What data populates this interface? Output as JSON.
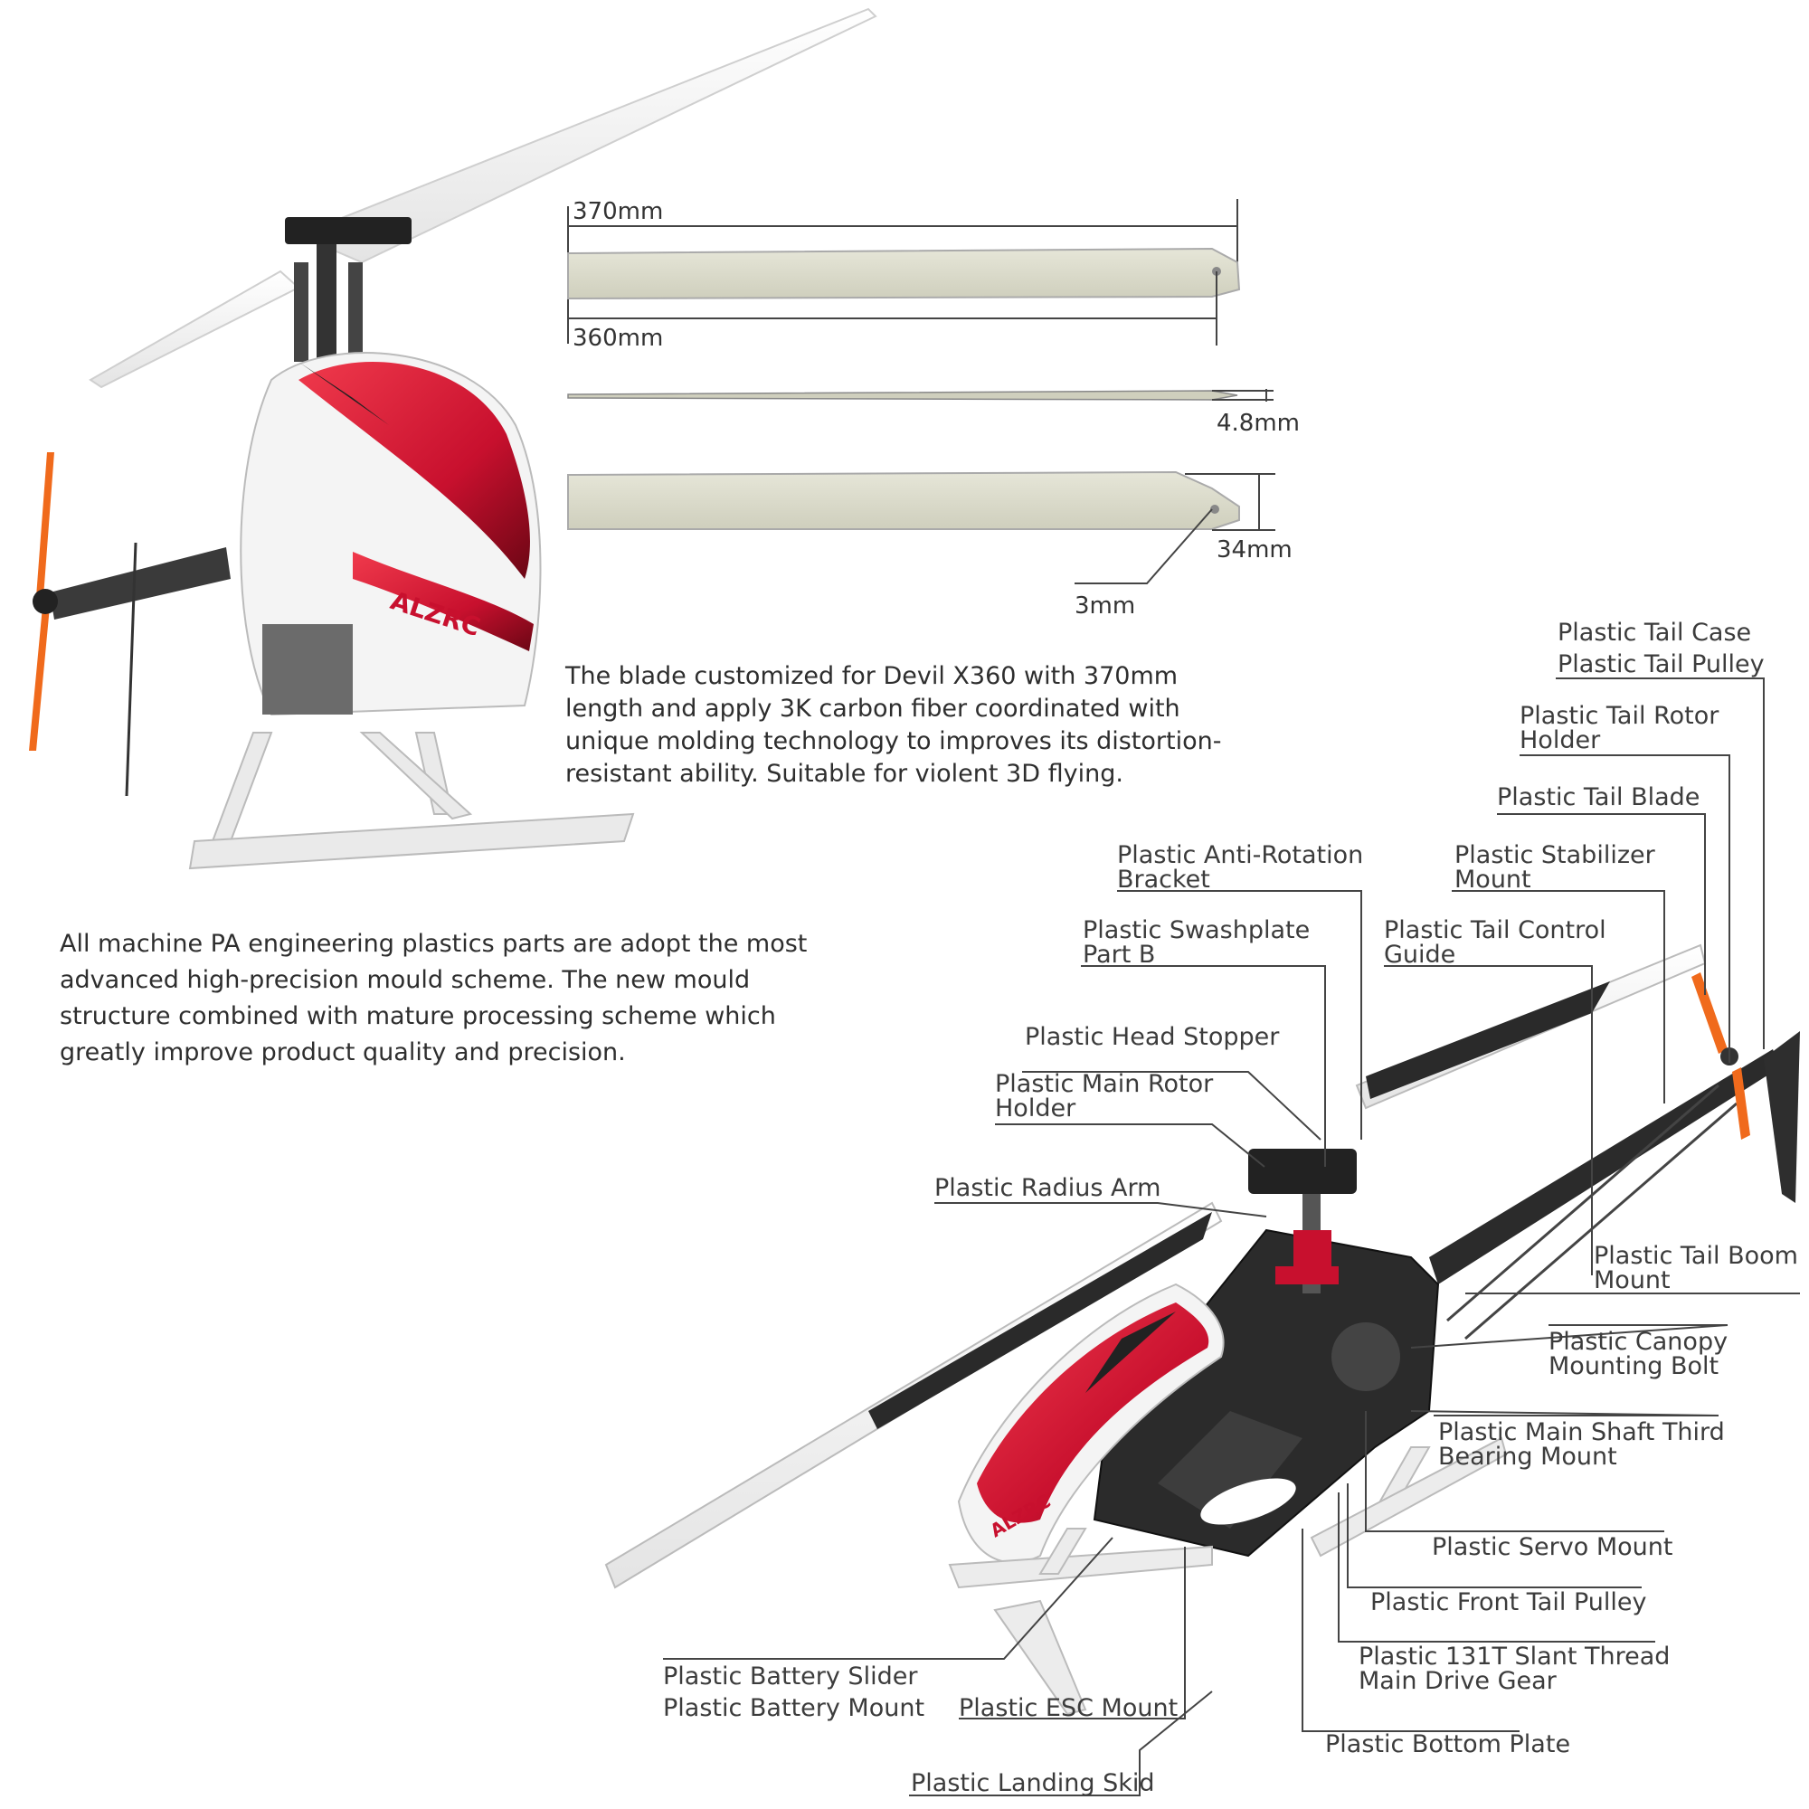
{
  "dimensions": {
    "blade_length": "370mm",
    "grip_distance": "360mm",
    "thickness": "4.8mm",
    "chord": "34mm",
    "hole": "3mm"
  },
  "blade_description": "The blade customized for Devil X360 with 370mm length and apply 3K carbon fiber coordinated with unique molding technology to improves its distortion-resistant ability. Suitable for violent 3D flying.",
  "plastics_description": "All machine PA engineering plastics parts are adopt the most advanced high-precision mould scheme. The new mould structure combined with mature processing scheme which greatly improve product quality and precision.",
  "canopy_text": "ALZRC",
  "parts": {
    "tail_case": "Plastic Tail Case",
    "tail_pulley": "Plastic Tail Pulley",
    "tail_rotor_holder_1": "Plastic Tail Rotor",
    "tail_rotor_holder_2": "Holder",
    "tail_blade": "Plastic Tail Blade",
    "anti_rotation_1": "Plastic Anti-Rotation",
    "anti_rotation_2": "Bracket",
    "stabilizer_1": "Plastic Stabilizer",
    "stabilizer_2": "Mount",
    "swashplate_1": "Plastic Swashplate",
    "swashplate_2": "Part B",
    "tail_control_1": "Plastic Tail Control",
    "tail_control_2": "Guide",
    "head_stopper": "Plastic Head Stopper",
    "main_rotor_holder_1": "Plastic Main Rotor",
    "main_rotor_holder_2": "Holder",
    "radius_arm": "Plastic Radius Arm",
    "tail_boom_mount_1": "Plastic Tail Boom",
    "tail_boom_mount_2": "Mount",
    "canopy_bolt_1": "Plastic Canopy",
    "canopy_bolt_2": "Mounting Bolt",
    "shaft_bearing_1": "Plastic Main Shaft Third",
    "shaft_bearing_2": "Bearing Mount",
    "servo_mount": "Plastic Servo Mount",
    "front_tail_pulley": "Plastic Front Tail Pulley",
    "drive_gear_1": "Plastic 131T Slant Thread",
    "drive_gear_2": "Main Drive Gear",
    "battery_slider": "Plastic Battery Slider",
    "battery_mount": "Plastic Battery Mount",
    "esc_mount": "Plastic ESC Mount",
    "bottom_plate": "Plastic Bottom Plate",
    "landing_skid": "Plastic Landing Skid"
  },
  "colors": {
    "canopy_red": "#c8102e",
    "frame_dark": "#2b2b2b",
    "blade_tan": "#dcdccc",
    "tail_orange": "#f06a1c"
  }
}
